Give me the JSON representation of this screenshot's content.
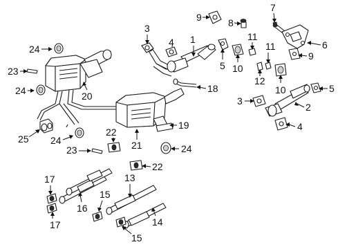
{
  "diagram": {
    "callouts": [
      {
        "id": "c1",
        "text": "1"
      },
      {
        "id": "c2",
        "text": "2"
      },
      {
        "id": "c3a",
        "text": "3"
      },
      {
        "id": "c3b",
        "text": "3"
      },
      {
        "id": "c4a",
        "text": "4"
      },
      {
        "id": "c4b",
        "text": "4"
      },
      {
        "id": "c5a",
        "text": "5"
      },
      {
        "id": "c5b",
        "text": "5"
      },
      {
        "id": "c6",
        "text": "6"
      },
      {
        "id": "c7",
        "text": "7"
      },
      {
        "id": "c8",
        "text": "8"
      },
      {
        "id": "c9a",
        "text": "9"
      },
      {
        "id": "c9b",
        "text": "9"
      },
      {
        "id": "c10a",
        "text": "10"
      },
      {
        "id": "c10b",
        "text": "10"
      },
      {
        "id": "c11a",
        "text": "11"
      },
      {
        "id": "c11b",
        "text": "11"
      },
      {
        "id": "c12",
        "text": "12"
      },
      {
        "id": "c13",
        "text": "13"
      },
      {
        "id": "c14",
        "text": "14"
      },
      {
        "id": "c15a",
        "text": "15"
      },
      {
        "id": "c15b",
        "text": "15"
      },
      {
        "id": "c16",
        "text": "16"
      },
      {
        "id": "c17a",
        "text": "17"
      },
      {
        "id": "c17b",
        "text": "17"
      },
      {
        "id": "c18",
        "text": "18"
      },
      {
        "id": "c19",
        "text": "19"
      },
      {
        "id": "c20",
        "text": "20"
      },
      {
        "id": "c21",
        "text": "21"
      },
      {
        "id": "c22a",
        "text": "22"
      },
      {
        "id": "c22b",
        "text": "22"
      },
      {
        "id": "c23a",
        "text": "23"
      },
      {
        "id": "c23b",
        "text": "23"
      },
      {
        "id": "c24a",
        "text": "24"
      },
      {
        "id": "c24b",
        "text": "24"
      },
      {
        "id": "c24c",
        "text": "24"
      },
      {
        "id": "c24d",
        "text": "24"
      },
      {
        "id": "c25",
        "text": "25"
      }
    ]
  }
}
